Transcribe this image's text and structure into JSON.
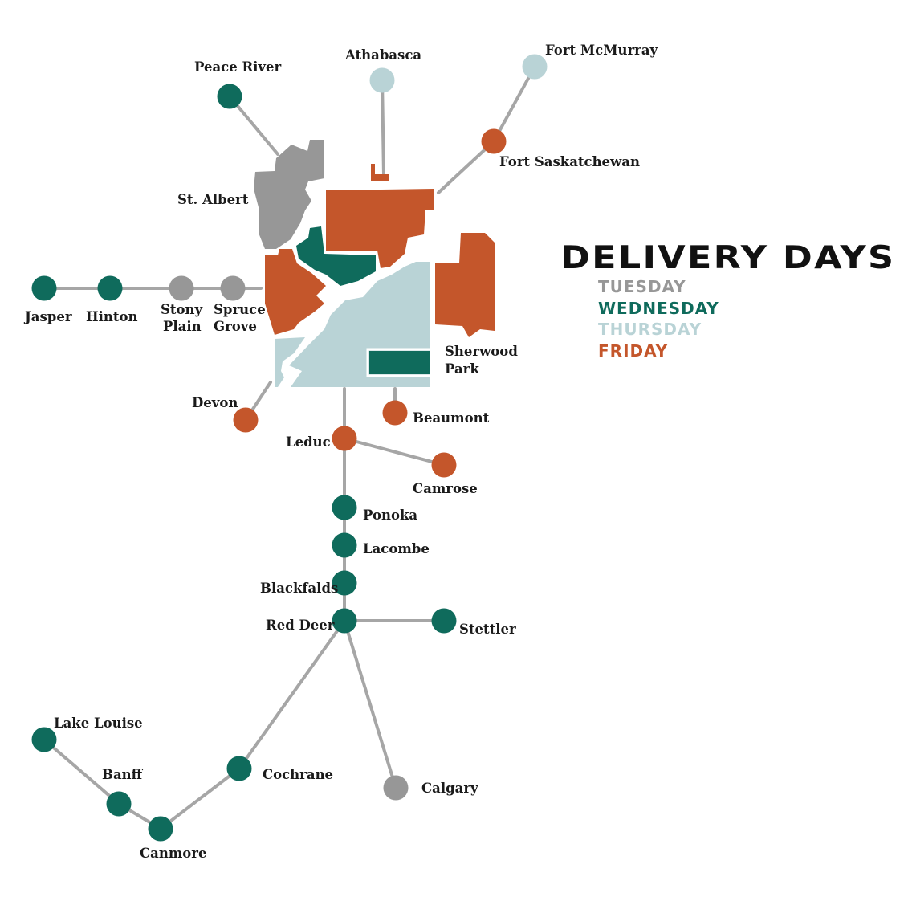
{
  "colors": {
    "tuesday": "#979797",
    "wednesday": "#0f6b5c",
    "thursday": "#b9d3d6",
    "friday": "#c4562b",
    "line": "#a6a6a6",
    "text": "#1a1a1a"
  },
  "legend": {
    "title": "DELIVERY DAYS",
    "items": [
      {
        "label": "TUESDAY",
        "day": "tuesday"
      },
      {
        "label": "WEDNESDAY",
        "day": "wednesday"
      },
      {
        "label": "THURSDAY",
        "day": "thursday"
      },
      {
        "label": "FRIDAY",
        "day": "friday"
      }
    ]
  },
  "places": {
    "peace_river": "Peace River",
    "athabasca": "Athabasca",
    "fort_mcmurray": "Fort McMurray",
    "fort_saskatchewan": "Fort Saskatchewan",
    "st_albert": "St. Albert",
    "jasper": "Jasper",
    "hinton": "Hinton",
    "stony": "Stony",
    "plain": "Plain",
    "spruce": "Spruce",
    "grove": "Grove",
    "sherwood": "Sherwood",
    "park": "Park",
    "devon": "Devon",
    "beaumont": "Beaumont",
    "leduc": "Leduc",
    "camrose": "Camrose",
    "ponoka": "Ponoka",
    "lacombe": "Lacombe",
    "blackfalds": "Blackfalds",
    "red_deer": "Red Deer",
    "stettler": "Stettler",
    "lake_louise": "Lake Louise",
    "banff": "Banff",
    "cochrane": "Cochrane",
    "calgary": "Calgary",
    "canmore": "Canmore"
  }
}
